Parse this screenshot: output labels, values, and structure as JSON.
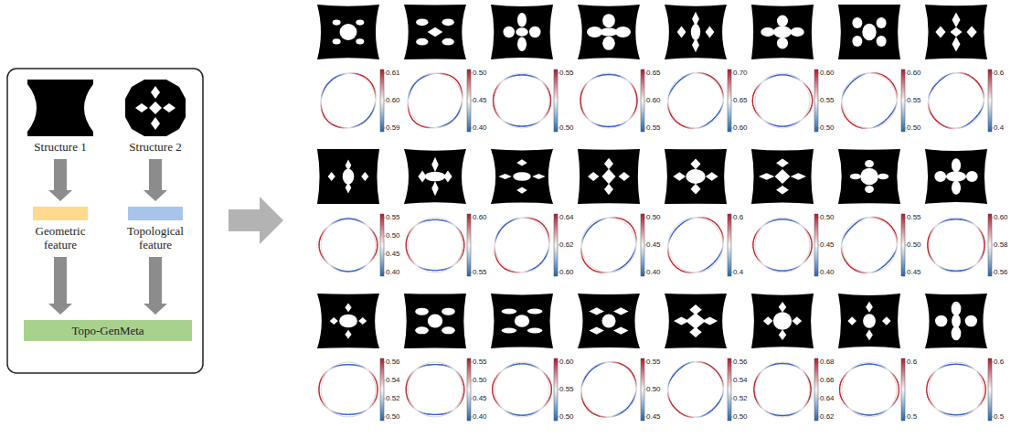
{
  "diagram": {
    "nodes": [
      {
        "text": [
          "Structure 1"
        ]
      },
      {
        "text": [
          "Structure 2"
        ]
      },
      {
        "text": [
          "Geometric feature"
        ]
      },
      {
        "text": [
          "Topological feature"
        ]
      },
      {
        "text": [
          "Topo-GenMeta"
        ]
      }
    ],
    "edges": [
      {
        "from": 0,
        "to": 2,
        "arrow": "to"
      },
      {
        "from": 1,
        "to": 3,
        "arrow": "to"
      },
      {
        "from": 2,
        "to": 4,
        "arrow": "to"
      },
      {
        "from": 3,
        "to": 4,
        "arrow": "to"
      }
    ],
    "labels": [
      "0.61",
      "0.60",
      "0.59",
      "0.50",
      "0.45",
      "0.40",
      "0.55",
      "0.50",
      "0.65",
      "0.60",
      "0.55",
      "0.70",
      "0.65",
      "0.60",
      "0.60",
      "0.55",
      "0.50",
      "0.60",
      "0.55",
      "0.50",
      "0.6",
      "0.4",
      "0.55",
      "0.50",
      "0.45",
      "0.40",
      "0.60",
      "0.55",
      "0.64",
      "0.62",
      "0.60",
      "0.50",
      "0.45",
      "0.40",
      "0.6",
      "0.4",
      "0.50",
      "0.45",
      "0.40",
      "0.55",
      "0.50",
      "0.45",
      "0.60",
      "0.58",
      "0.56",
      "0.56",
      "0.54",
      "0.52",
      "0.50",
      "0.55",
      "0.50",
      "0.45",
      "0.40",
      "0.60",
      "0.55",
      "0.50",
      "0.55",
      "0.50",
      "0.45",
      "0.56",
      "0.54",
      "0.52",
      "0.50",
      "0.68",
      "0.66",
      "0.64",
      "0.62",
      "0.6",
      "0.5",
      "0.6",
      "0.5"
    ]
  }
}
